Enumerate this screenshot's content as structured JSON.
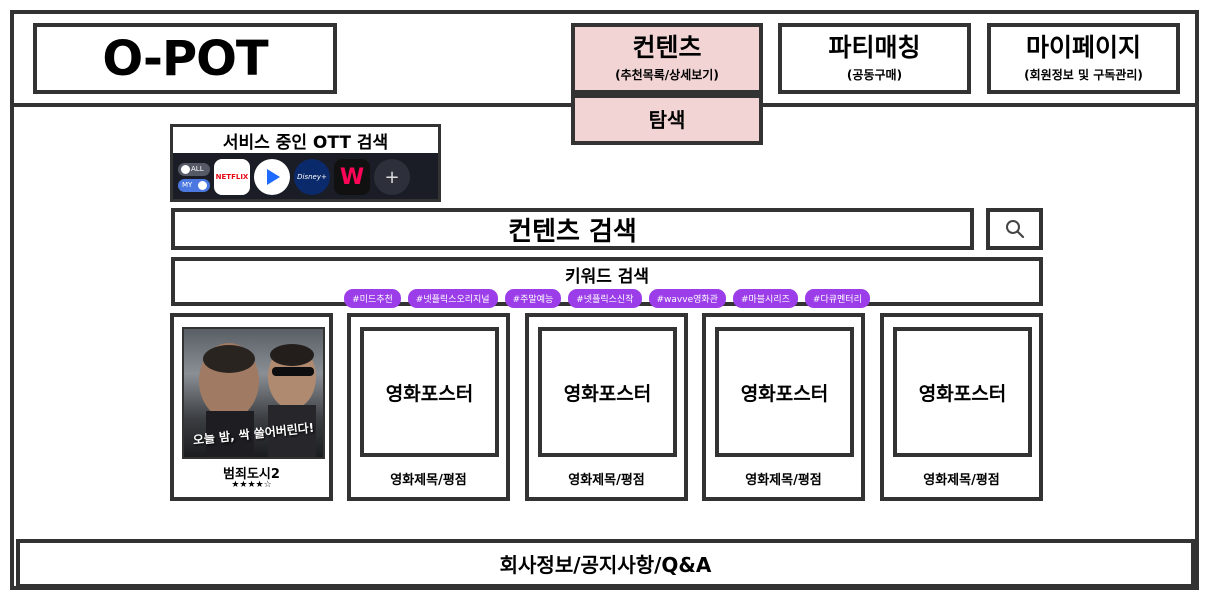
{
  "header": {
    "logo": "O-POT",
    "nav": [
      {
        "title": "컨텐츠",
        "sub": "(추천목록/상세보기)"
      },
      {
        "title": "파티매칭",
        "sub": "(공동구매)"
      },
      {
        "title": "마이페이지",
        "sub": "(회원정보 및 구독관리)"
      }
    ],
    "dropdown": {
      "label": "탐색"
    }
  },
  "ott": {
    "title": "서비스 중인 OTT 검색",
    "toggle_all": "ALL",
    "toggle_my": "MY",
    "services": [
      {
        "name": "netflix-icon",
        "label": "NETFLIX",
        "color": "#e50914"
      },
      {
        "name": "play-icon",
        "label": "",
        "color": "#1f6bff"
      },
      {
        "name": "disney-plus-icon",
        "label": "Disney+",
        "color": "#0b2a6b"
      },
      {
        "name": "watcha-icon",
        "label": "W",
        "color": "#ff0558"
      }
    ],
    "add_label": "+"
  },
  "search": {
    "label": "컨텐츠 검색"
  },
  "keywords": {
    "title": "키워드 검색",
    "tags": [
      "#미드추천",
      "#넷플릭스오리지널",
      "#주말예능",
      "#넷플릭스신작",
      "#wavve영화관",
      "#마블시리즈",
      "#다큐멘터리"
    ]
  },
  "movies": [
    {
      "poster": "",
      "title": "범죄도시2",
      "rating": "★★★★☆",
      "poster_tagline": "오늘 밤, 싹 쓸어버린다!"
    },
    {
      "poster": "영화포스터",
      "title": "영화제목/평점"
    },
    {
      "poster": "영화포스터",
      "title": "영화제목/평점"
    },
    {
      "poster": "영화포스터",
      "title": "영화제목/평점"
    },
    {
      "poster": "영화포스터",
      "title": "영화제목/평점"
    }
  ],
  "footer": {
    "label": "회사정보/공지사항/Q&A"
  }
}
